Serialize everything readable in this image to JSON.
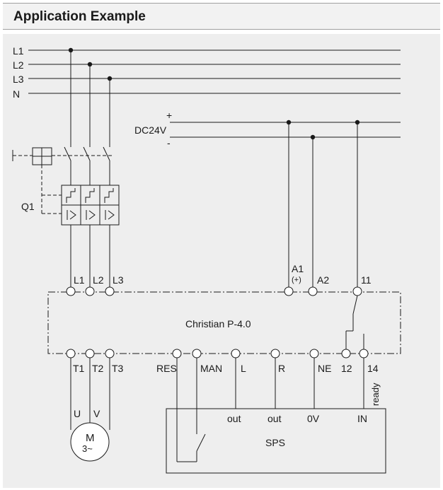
{
  "header": {
    "title": "Application Example"
  },
  "rails": {
    "l1": "L1",
    "l2": "L2",
    "l3": "L3",
    "n": "N"
  },
  "dc": {
    "label": "DC24V",
    "plus": "+",
    "minus": "-"
  },
  "breaker": {
    "label": "Q1"
  },
  "device": {
    "name": "Christian P-4.0",
    "top_terminals": {
      "l1": "L1",
      "l2": "L2",
      "l3": "L3",
      "a1": "A1",
      "a1_sub": "(+)",
      "a2": "A2",
      "t11": "11"
    },
    "bottom_terminals": {
      "t1": "T1",
      "t2": "T2",
      "t3": "T3",
      "res": "RES",
      "man": "MAN",
      "l": "L",
      "r": "R",
      "ne": "NE",
      "t12": "12",
      "t14": "14"
    }
  },
  "motor": {
    "u": "U",
    "v": "V",
    "m": "M",
    "phase": "3~"
  },
  "sps": {
    "name": "SPS",
    "out1": "out",
    "out2": "out",
    "zero": "0V",
    "in": "IN",
    "ready": "ready"
  }
}
